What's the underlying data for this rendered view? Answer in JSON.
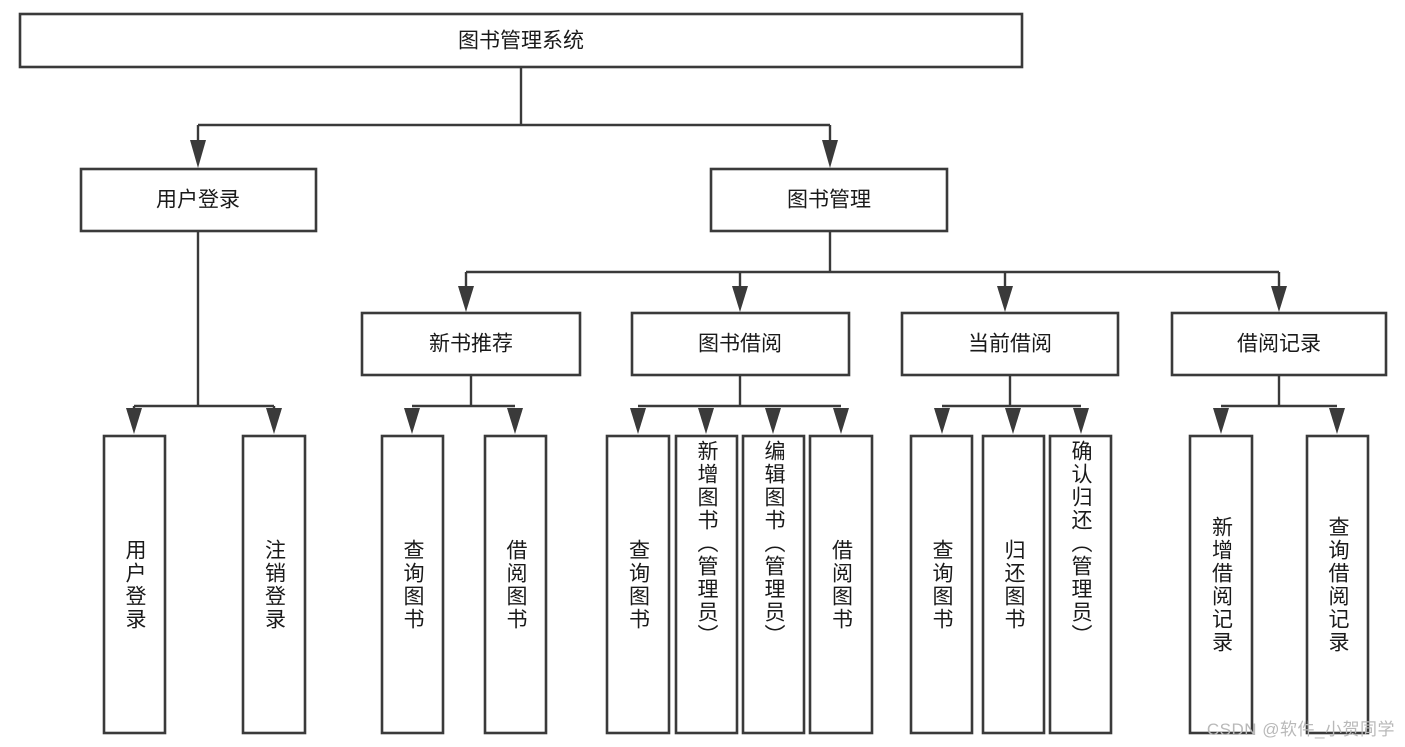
{
  "diagram": {
    "type": "tree",
    "title": "图书管理系统",
    "orientation": "top-down",
    "levels": 4,
    "colors": {
      "box_stroke": "#3a3a3a",
      "box_fill": "#ffffff",
      "connector": "#3a3a3a",
      "text": "#1a1a1a",
      "watermark": "#b9b9b9",
      "background": "#ffffff"
    },
    "root": {
      "label": "图书管理系统"
    },
    "level2": [
      {
        "label": "用户登录"
      },
      {
        "label": "图书管理"
      }
    ],
    "level3": [
      {
        "label": "新书推荐"
      },
      {
        "label": "图书借阅"
      },
      {
        "label": "当前借阅"
      },
      {
        "label": "借阅记录"
      }
    ],
    "leaves": {
      "user_login": [
        {
          "label": "用户登录"
        },
        {
          "label": "注销登录"
        }
      ],
      "new_book_recommend": [
        {
          "label": "查询图书"
        },
        {
          "label": "借阅图书"
        }
      ],
      "book_borrow": [
        {
          "label": "查询图书"
        },
        {
          "label": "新增图书（管理员）"
        },
        {
          "label": "编辑图书（管理员）"
        },
        {
          "label": "借阅图书"
        }
      ],
      "current_borrow": [
        {
          "label": "查询图书"
        },
        {
          "label": "归还图书"
        },
        {
          "label": "确认归还（管理员）"
        }
      ],
      "borrow_record": [
        {
          "label": "新增借阅记录"
        },
        {
          "label": "查询借阅记录"
        }
      ]
    }
  },
  "watermark": {
    "text": "CSDN @软件_小贺同学"
  }
}
